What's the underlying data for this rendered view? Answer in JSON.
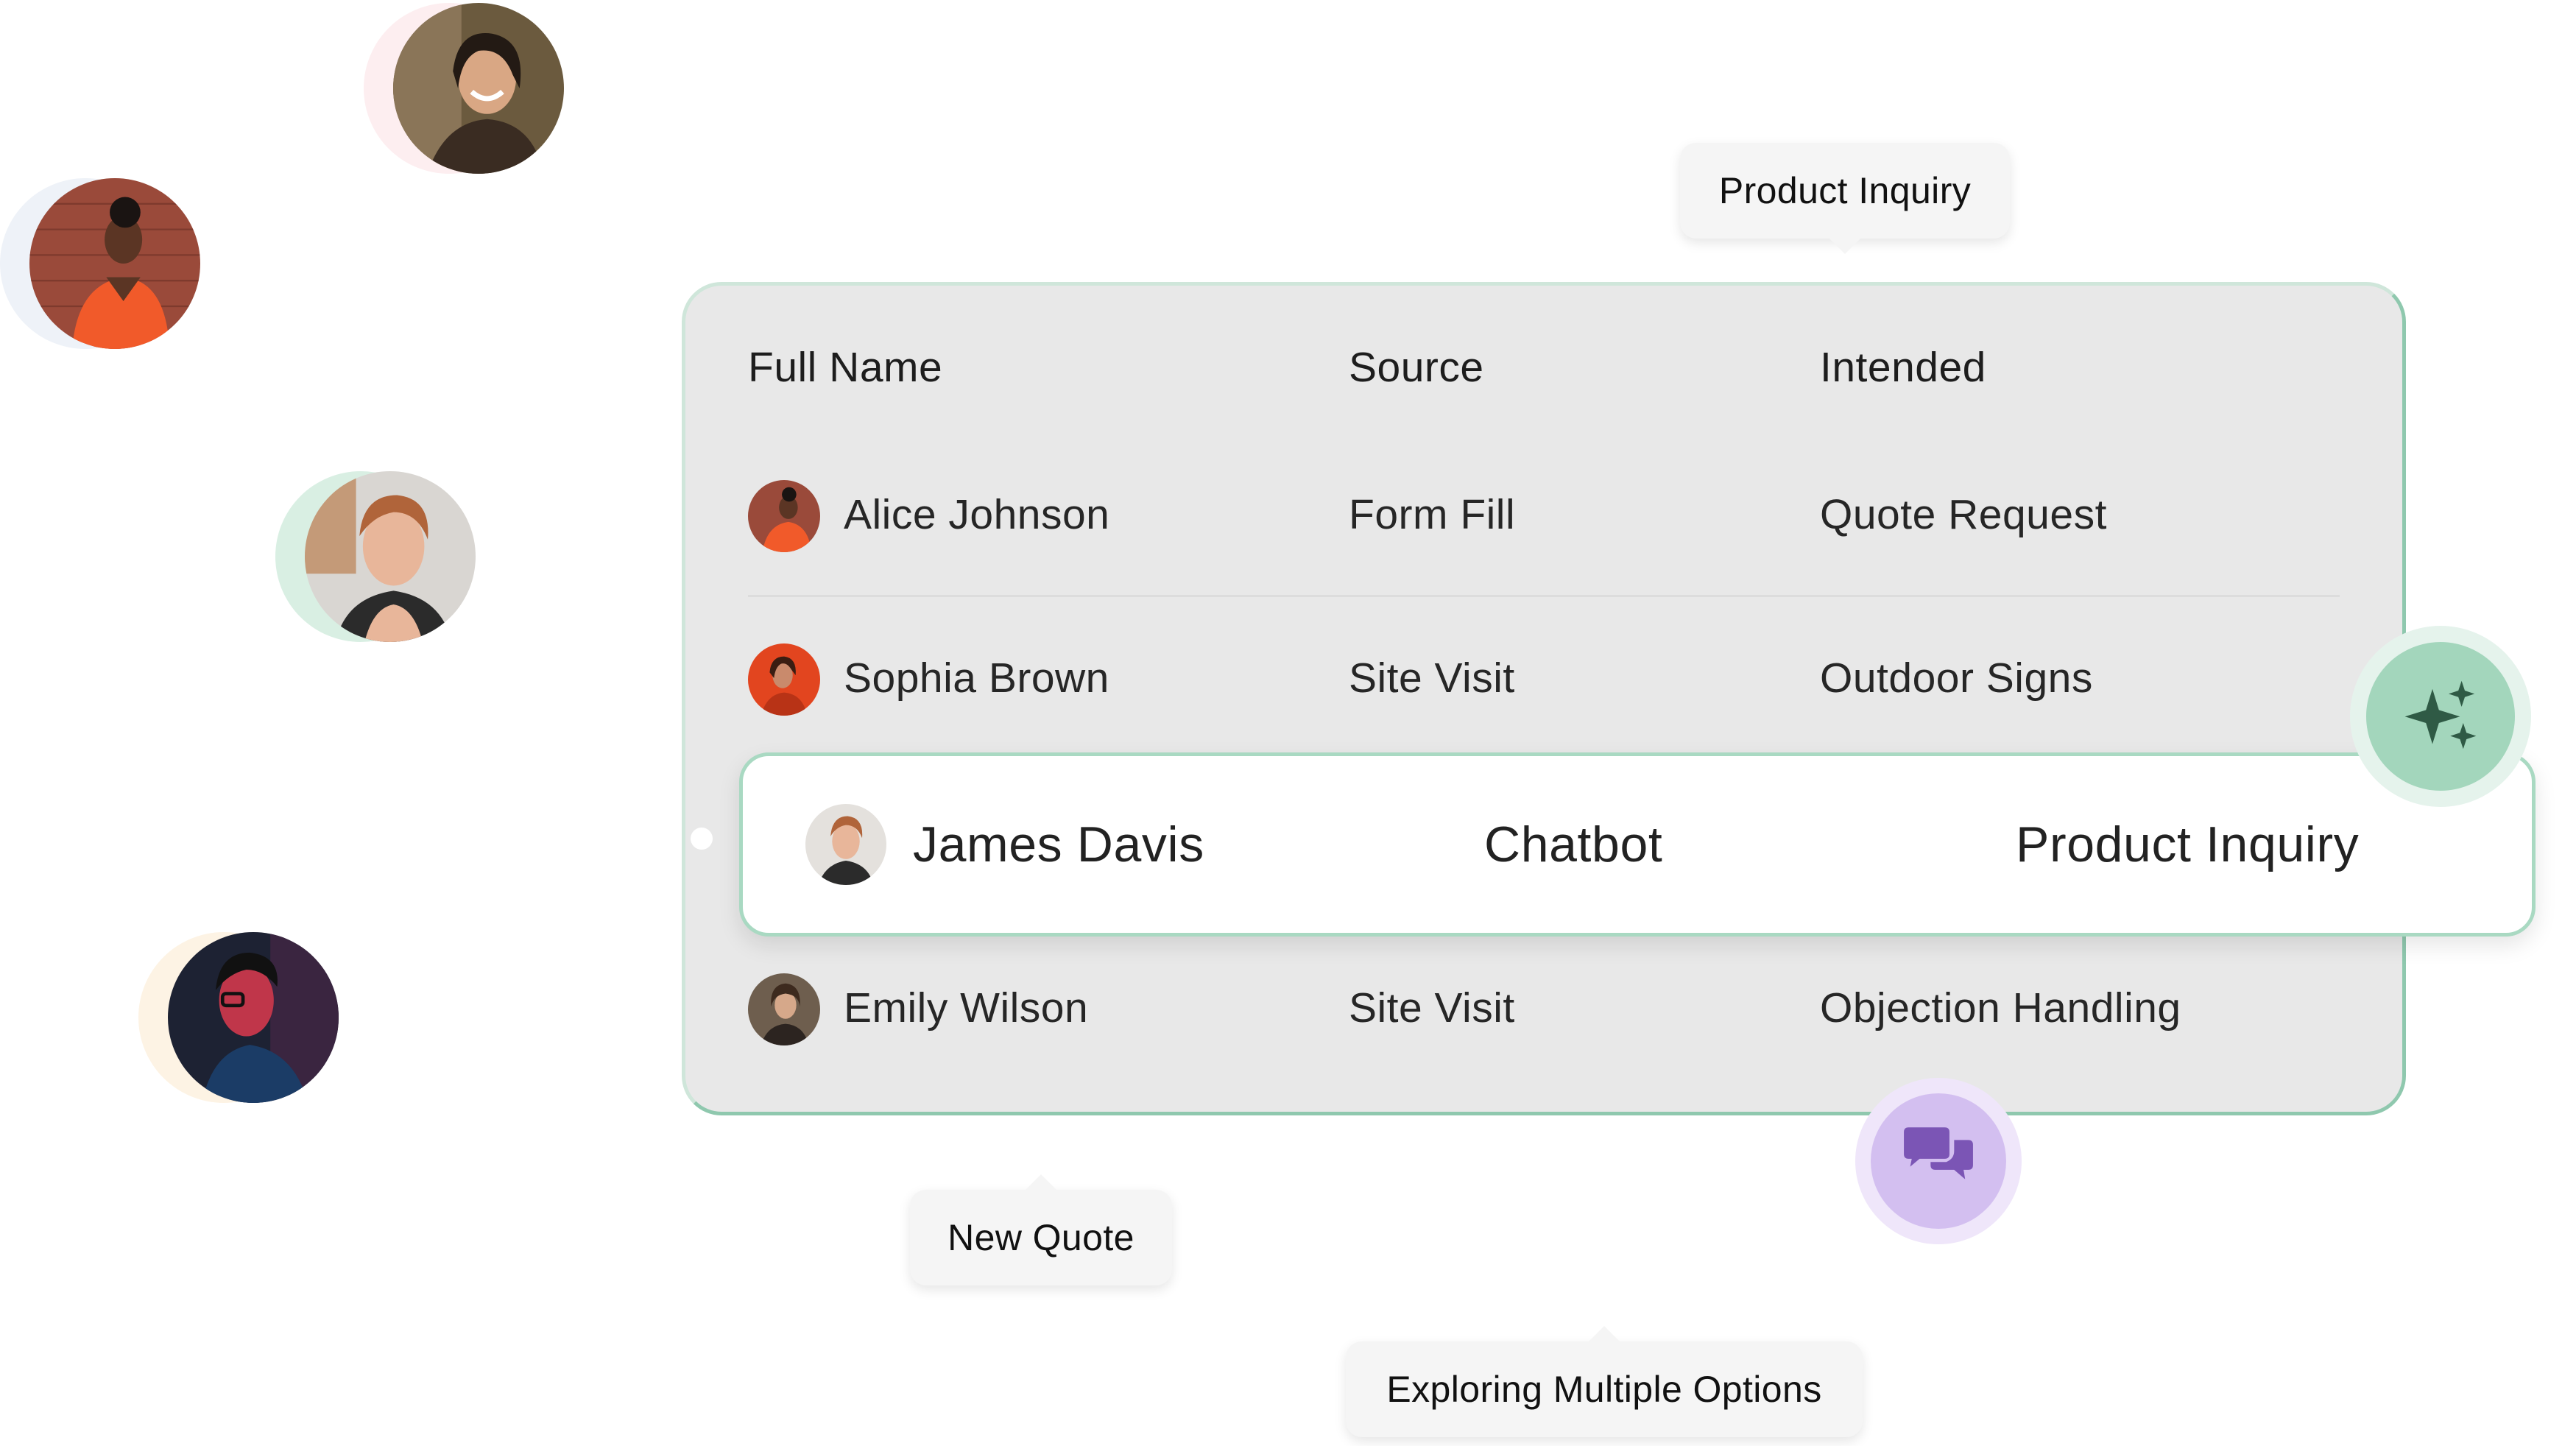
{
  "table": {
    "headers": {
      "full_name": "Full Name",
      "source": "Source",
      "intended": "Intended"
    },
    "rows": [
      {
        "name": "Alice Johnson",
        "source": "Form Fill",
        "intended": "Quote Request"
      },
      {
        "name": "Sophia Brown",
        "source": "Site Visit",
        "intended": "Outdoor Signs"
      },
      {
        "name": "Emily Wilson",
        "source": "Site Visit",
        "intended": "Objection Handling"
      }
    ],
    "highlighted_row": {
      "name": "James Davis",
      "source": "Chatbot",
      "intended": "Product Inquiry"
    }
  },
  "tooltips": {
    "top": "Product Inquiry",
    "left": "New Quote",
    "bottom": "Exploring Multiple Options"
  },
  "icons": {
    "ai": "sparkles-icon",
    "chat": "chat-bubbles-icon"
  },
  "colors": {
    "accent_green": "#9fd3b8",
    "accent_green_dark": "#2f5a45",
    "accent_purple": "#cdb6ea",
    "accent_purple_dark": "#7b55b5",
    "card_bg": "#e8e8e8"
  }
}
